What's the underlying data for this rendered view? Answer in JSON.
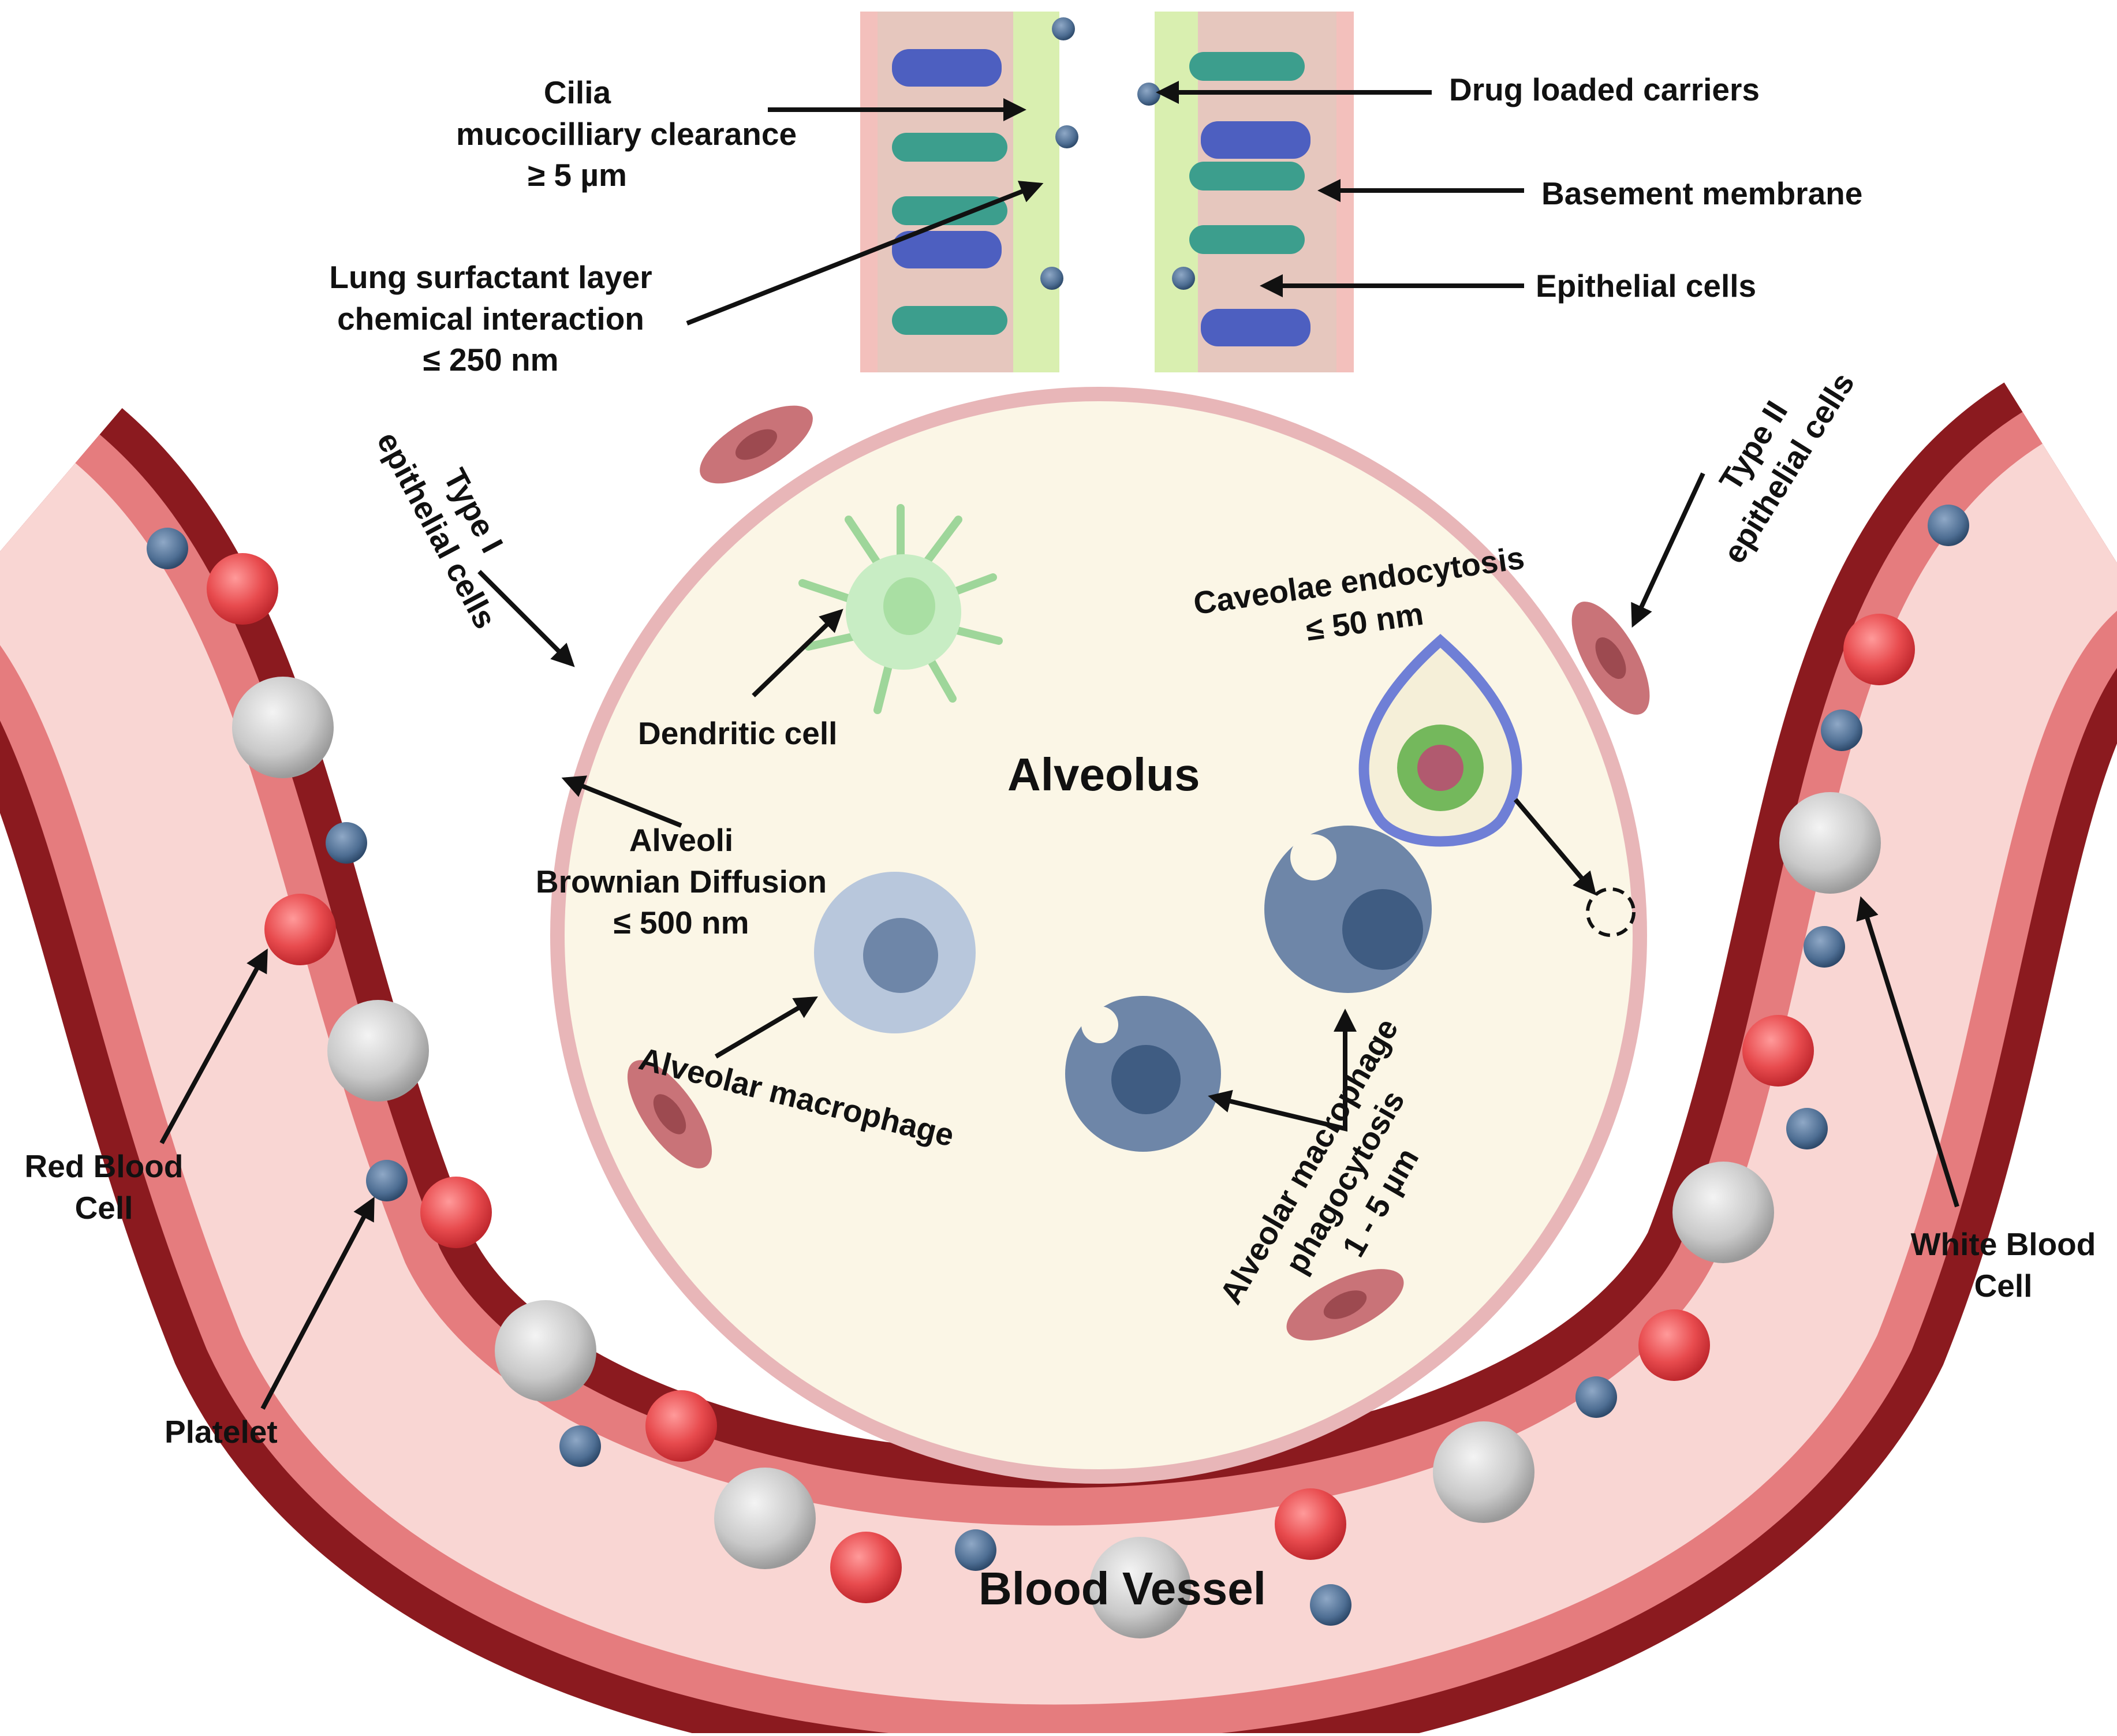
{
  "colors": {
    "vessel_dark": "#8B1A1F",
    "vessel_wall": "#E57C7E",
    "vessel_lumen": "#F9D6D3",
    "rbc": "#E84B4E",
    "wbc": "#C9C9C9",
    "platelet": "#4E6E93",
    "alveolus_fill": "#FBF6E6",
    "alveolus_wall": "#E8B6B8",
    "type1_cell": "#C97378",
    "macrophage": "#6E86A8",
    "dendritic": "#C8EDC4",
    "airway_tissue": "#E6C7BE",
    "airway_mucus": "#D9EFB0",
    "basement": "#F3C0BC",
    "goblet": "#4D5FC0",
    "ciliated": "#3C9E8D"
  },
  "labels": {
    "cilia": [
      "Cilia",
      "mucocilliary clearance",
      "≥ 5 µm"
    ],
    "surfactant": [
      "Lung surfactant layer",
      "chemical interaction",
      "≤ 250 nm"
    ],
    "drug_carriers": "Drug loaded carriers",
    "basement_membrane": "Basement membrane",
    "epithelial_cells": "Epithelial cells",
    "type1": [
      "Type I",
      "epithelial cells"
    ],
    "type2": [
      "Type II",
      "epithelial cells"
    ],
    "caveolae": [
      "Caveolae endocytosis",
      "≤ 50 nm"
    ],
    "dendritic": "Dendritic cell",
    "alveolus": "Alveolus",
    "alveoli_diffusion": [
      "Alveoli",
      "Brownian Diffusion",
      "≤ 500 nm"
    ],
    "alveolar_macrophage": "Alveolar macrophage",
    "phagocytosis": [
      "Alveolar macrophage",
      "phagocytosis",
      "1 - 5 µm"
    ],
    "red_blood_cell": [
      "Red Blood",
      "Cell"
    ],
    "white_blood_cell": [
      "White Blood",
      "Cell"
    ],
    "platelet": "Platelet",
    "blood_vessel": "Blood Vessel"
  }
}
